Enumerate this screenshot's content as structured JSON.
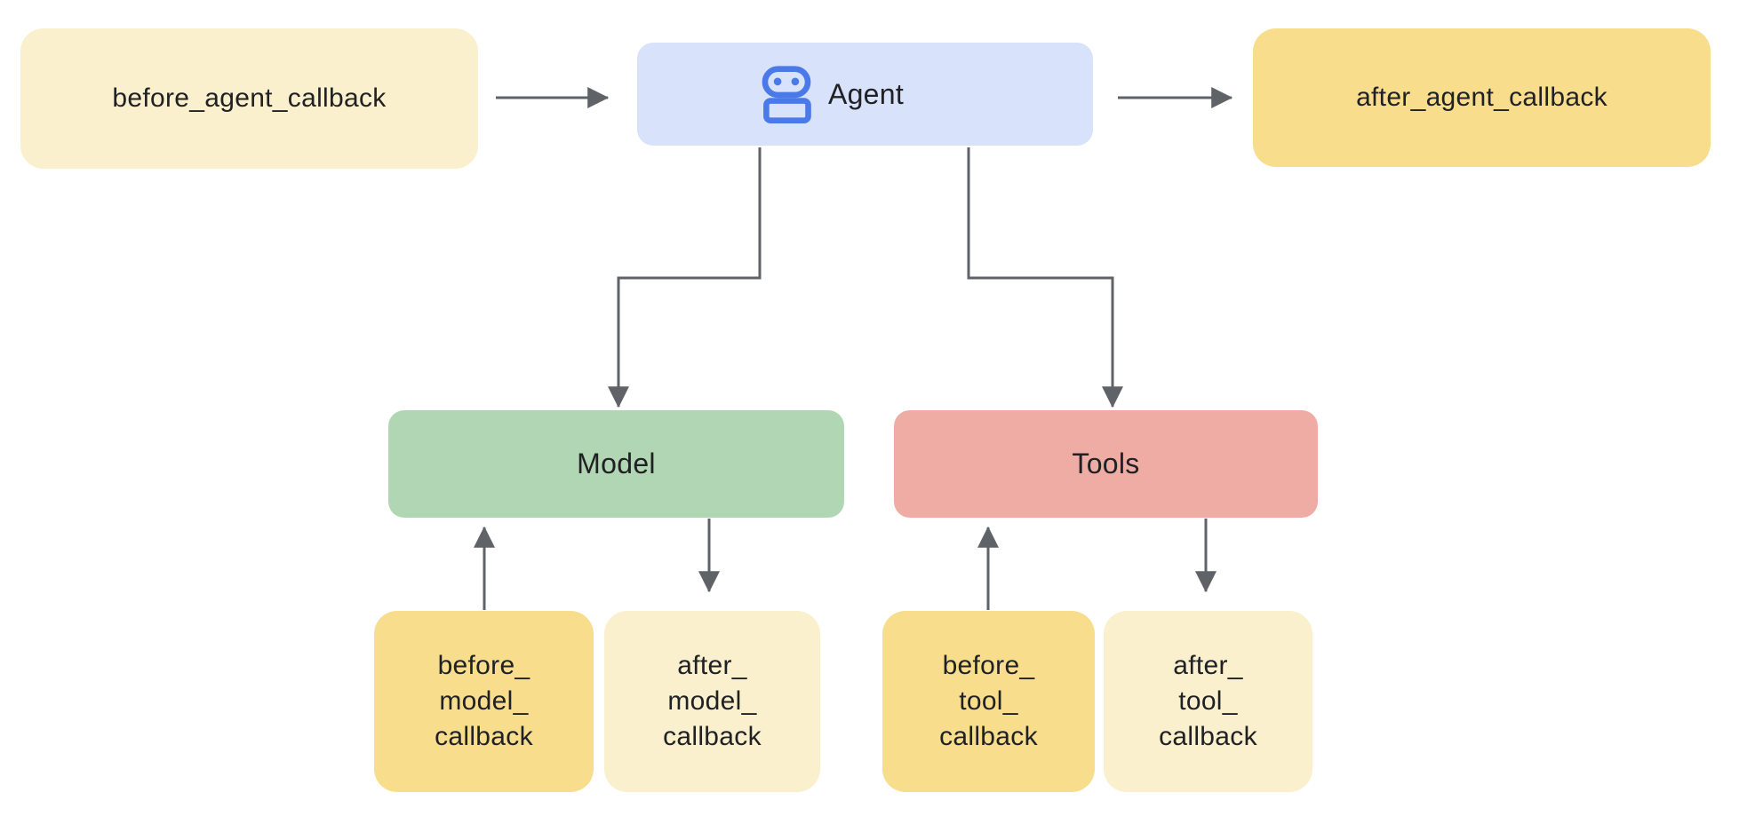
{
  "colors": {
    "background": "#FFFFFF",
    "text": "#202124",
    "arrow": "#5F6368",
    "icon_blue": "#4A7AE8",
    "pale_yellow": "#FAF0CD",
    "gold": "#F7DD8C",
    "agent_blue": "#D9E2FB",
    "model_green": "#B1D6B3",
    "tools_pink": "#EEACA4"
  },
  "nodes": {
    "before_agent_callback": {
      "label": "before_agent_callback",
      "fill": "#FAF0CD"
    },
    "agent": {
      "label": "Agent",
      "fill": "#D9E2FB",
      "icon": "robot-icon"
    },
    "after_agent_callback": {
      "label": "after_agent_callback",
      "fill": "#F7DD8C"
    },
    "model": {
      "label": "Model",
      "fill": "#B1D6B3"
    },
    "tools": {
      "label": "Tools",
      "fill": "#EEACA4"
    },
    "before_model_callback": {
      "lines": [
        "before_",
        "model_",
        "callback"
      ],
      "fill": "#F7DD8C"
    },
    "after_model_callback": {
      "lines": [
        "after_",
        "model_",
        "callback"
      ],
      "fill": "#FAF0CD"
    },
    "before_tool_callback": {
      "lines": [
        "before_",
        "tool_",
        "callback"
      ],
      "fill": "#F7DD8C"
    },
    "after_tool_callback": {
      "lines": [
        "after_",
        "tool_",
        "callback"
      ],
      "fill": "#FAF0CD"
    }
  },
  "edges": [
    {
      "from": "before_agent_callback",
      "to": "agent"
    },
    {
      "from": "agent",
      "to": "after_agent_callback"
    },
    {
      "from": "agent",
      "to": "model"
    },
    {
      "from": "agent",
      "to": "tools"
    },
    {
      "from": "before_model_callback",
      "to": "model"
    },
    {
      "from": "model",
      "to": "after_model_callback"
    },
    {
      "from": "before_tool_callback",
      "to": "tools"
    },
    {
      "from": "tools",
      "to": "after_tool_callback"
    }
  ]
}
